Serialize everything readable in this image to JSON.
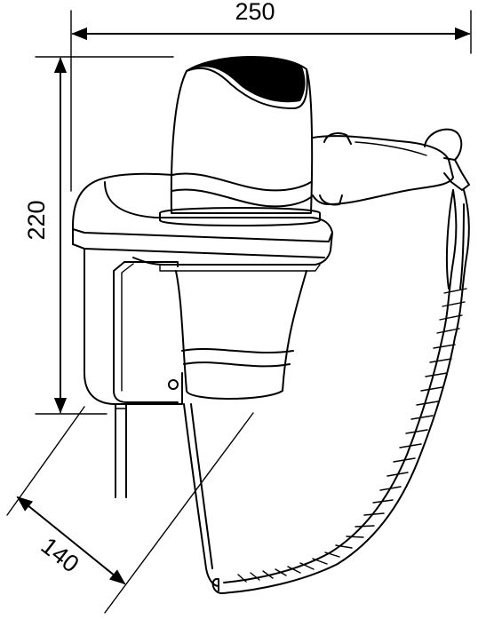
{
  "dimensions": {
    "width_label": "250",
    "height_label": "220",
    "depth_label": "140"
  }
}
